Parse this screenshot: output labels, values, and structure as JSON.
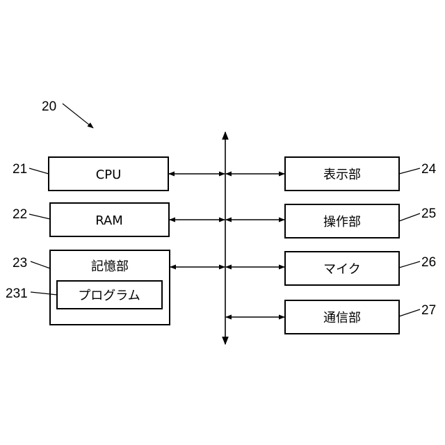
{
  "figure": {
    "ref": "20",
    "blocks": {
      "cpu": {
        "ref": "21",
        "label": "CPU"
      },
      "ram": {
        "ref": "22",
        "label": "RAM"
      },
      "storage": {
        "ref": "23",
        "label": "記憶部"
      },
      "program": {
        "ref": "231",
        "label": "プログラム"
      },
      "display": {
        "ref": "24",
        "label": "表示部"
      },
      "operation": {
        "ref": "25",
        "label": "操作部"
      },
      "mic": {
        "ref": "26",
        "label": "マイク"
      },
      "comm": {
        "ref": "27",
        "label": "通信部"
      }
    },
    "connections": [
      {
        "block": "cpu",
        "type": "bidirectional"
      },
      {
        "block": "ram",
        "type": "bidirectional"
      },
      {
        "block": "storage",
        "type": "bidirectional"
      },
      {
        "block": "display",
        "type": "bidirectional"
      },
      {
        "block": "operation",
        "type": "bidirectional"
      },
      {
        "block": "mic",
        "type": "bidirectional"
      },
      {
        "block": "comm",
        "type": "bidirectional"
      }
    ]
  }
}
